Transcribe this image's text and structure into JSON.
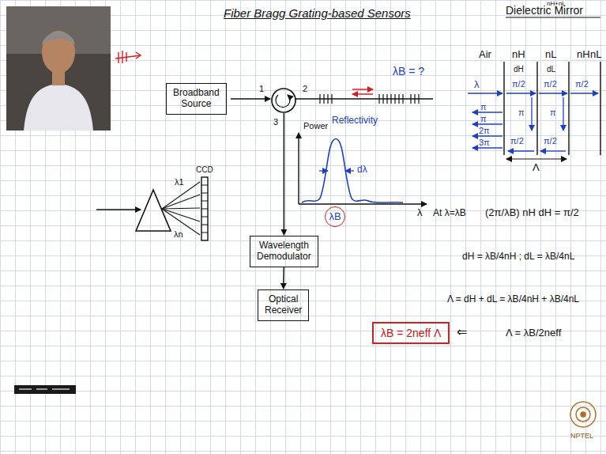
{
  "diagram": {
    "title": "Fiber Bragg Grating-based Sensors",
    "nodes": [
      {
        "text": [
          "Broadband Source"
        ]
      },
      {
        "text": [
          "λB"
        ]
      },
      {
        "text": [
          "Wavelength Demodulator"
        ]
      },
      {
        "text": [
          "Optical Receiver"
        ]
      },
      {
        "text": [
          "λB = 2neff Λ"
        ]
      }
    ],
    "edges": [
      {
        "from": 2,
        "to": 3,
        "arrow": "to"
      }
    ],
    "labels": [
      "Dielectric Mirror",
      "nH+nL",
      "1",
      "2",
      "3",
      "λB = ?",
      "Power",
      "Reflectivity",
      "dλ",
      "λ",
      "CCD",
      "λ1",
      "λn",
      "Air",
      "nH",
      "nL",
      "nH",
      "nL",
      "dH",
      "dL",
      "λ",
      "π/2",
      "π/2",
      "π/2",
      "π",
      "π",
      "2π",
      "3π",
      "π",
      "π",
      "π/2",
      "π/2",
      "Λ",
      "At λ=λB",
      "(2π/λB) nH dH = π/2",
      "dH = λB/4nH ; dL = λB/4nL",
      "Λ = dH + dL = λB/4nH + λB/4nL",
      "⇐",
      "Λ = λB/2neff",
      "NPTEL"
    ]
  }
}
